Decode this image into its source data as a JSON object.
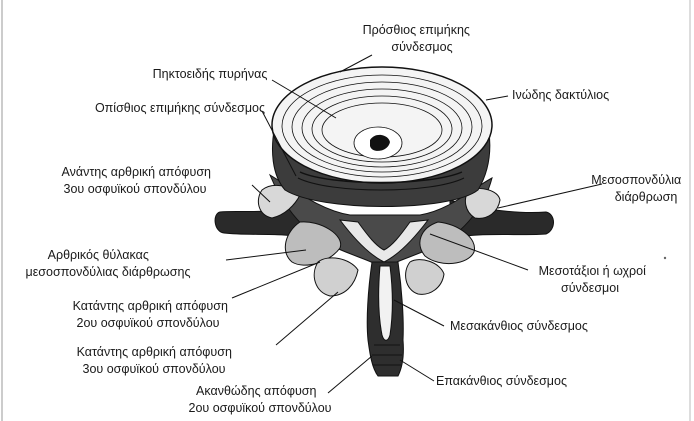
{
  "diagram": {
    "labels": {
      "anterior_longitudinal_ligament": [
        "Πρόσθιος επιμήκης",
        "σύνδεσμος"
      ],
      "nucleus_pulposus": [
        "Πηκτοειδής πυρήνας"
      ],
      "annulus_fibrosus": [
        "Ινώδης δακτύλιος"
      ],
      "posterior_longitudinal_ligament": [
        "Οπίσθιος επιμήκης σύνδεσμος"
      ],
      "superior_articular_process_l3": [
        "Ανάντης αρθρική απόφυση",
        "3ου οσφυϊκού σπονδύλου"
      ],
      "intervertebral_articulation": [
        "Μεσοσπονδύλια",
        "διάρθρωση"
      ],
      "joint_capsule": [
        "Αρθρικός θύλακας",
        "μεσοσπονδύλιας διάρθρωσης"
      ],
      "ligamenta_flava": [
        "Μεσοτάξιοι ή ωχροί",
        "σύνδεσμοι"
      ],
      "inferior_articular_process_l2": [
        "Κατάντης αρθρική απόφυση",
        "2ου οσφυϊκού σπονδύλου"
      ],
      "interspinous_ligament": [
        "Μεσακάνθιος σύνδεσμος"
      ],
      "inferior_articular_process_l3": [
        "Κατάντης αρθρική απόφυση",
        "3ου οσφυϊκού σπονδύλου"
      ],
      "supraspinous_ligament": [
        "Επακάνθιος σύνδεσμος"
      ],
      "spinous_process_l2": [
        "Ακανθώδης απόφυση",
        "2ου οσφυϊκού σπονδύλου"
      ]
    }
  }
}
